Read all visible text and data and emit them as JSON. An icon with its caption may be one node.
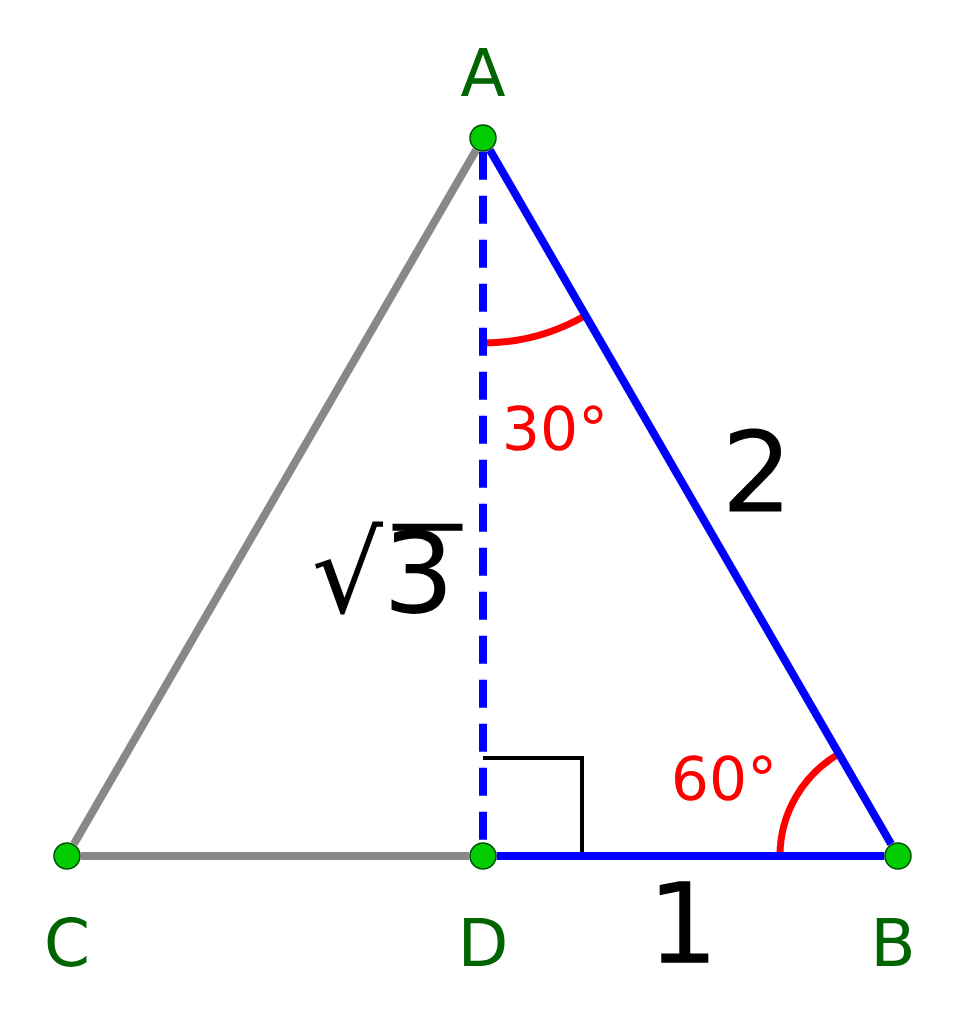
{
  "diagram": {
    "nodes": [
      {
        "text": [
          "A"
        ]
      },
      {
        "text": [
          "C"
        ]
      },
      {
        "text": [
          "D"
        ]
      },
      {
        "text": [
          "B"
        ]
      }
    ],
    "edges": [
      {
        "from": 0,
        "to": 1,
        "arrow": "none",
        "color": "#888888"
      },
      {
        "from": 1,
        "to": 2,
        "arrow": "none",
        "color": "#888888"
      },
      {
        "from": 2,
        "to": 3,
        "arrow": "none",
        "label": "1"
      },
      {
        "from": 3,
        "to": 0,
        "arrow": "none",
        "label": "2"
      },
      {
        "from": 0,
        "to": 2,
        "arrow": "none",
        "style": "dashed",
        "label": "√3"
      }
    ],
    "labels": [
      "30°",
      "60°"
    ]
  }
}
